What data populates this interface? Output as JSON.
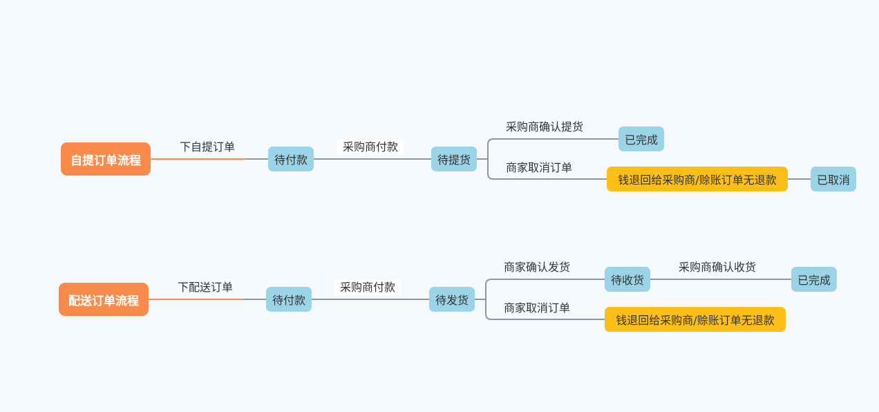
{
  "flow1": {
    "root": "自提订单流程",
    "edge_create": "下自提订单",
    "state_wait_pay": "待付款",
    "edge_pay": "采购商付款",
    "state_wait_pickup": "待提货",
    "edge_confirm_pickup": "采购商确认提货",
    "state_done": "已完成",
    "edge_cancel": "商家取消订单",
    "refund": "钱退回给采购商/赊账订单无退款",
    "state_cancelled": "已取消"
  },
  "flow2": {
    "root": "配送订单流程",
    "edge_create": "下配送订单",
    "state_wait_pay": "待付款",
    "edge_pay": "采购商付款",
    "state_wait_ship": "待发货",
    "edge_confirm_ship": "商家确认发货",
    "state_wait_receive": "待收货",
    "edge_confirm_receive": "采购商确认收货",
    "state_done": "已完成",
    "edge_cancel": "商家取消订单",
    "refund": "钱退回给采购商/赊账订单无退款"
  },
  "colors": {
    "root": "#f88b4c",
    "state": "#9ad4e6",
    "refund": "#fcbf17",
    "line": "#8a97a8",
    "root_link": "#f88b4c"
  }
}
